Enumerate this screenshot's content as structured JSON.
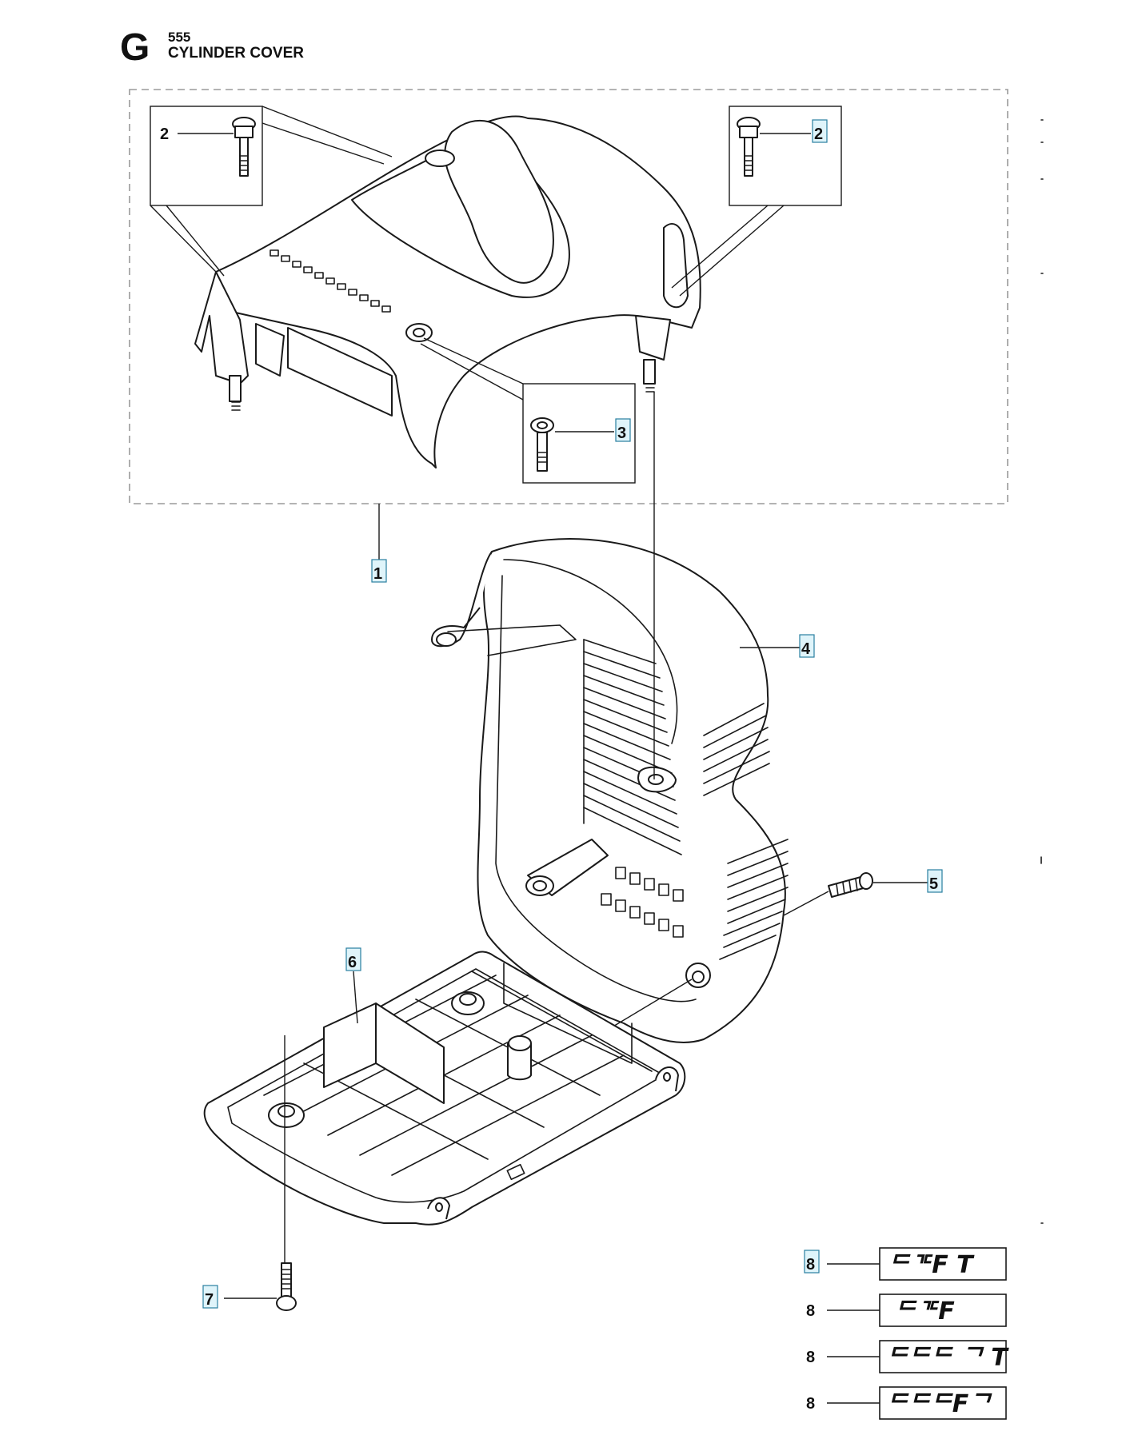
{
  "header": {
    "section_letter": "G",
    "model": "555",
    "title": "CYLINDER COVER"
  },
  "callouts": {
    "c1": "1",
    "c2a": "2",
    "c2b": "2",
    "c3": "3",
    "c4": "4",
    "c5": "5",
    "c6": "6",
    "c7": "7",
    "c8a": "8",
    "c8b": "8",
    "c8c": "8",
    "c8d": "8"
  },
  "decals": [
    {
      "text": "ᄃᄀᄃF  T"
    },
    {
      "text": "ᄃᄀᄃF"
    },
    {
      "text": "ᄃᄃᄃ ᄀ  T"
    },
    {
      "text": "ᄃᄃᄃFᄀ"
    }
  ]
}
